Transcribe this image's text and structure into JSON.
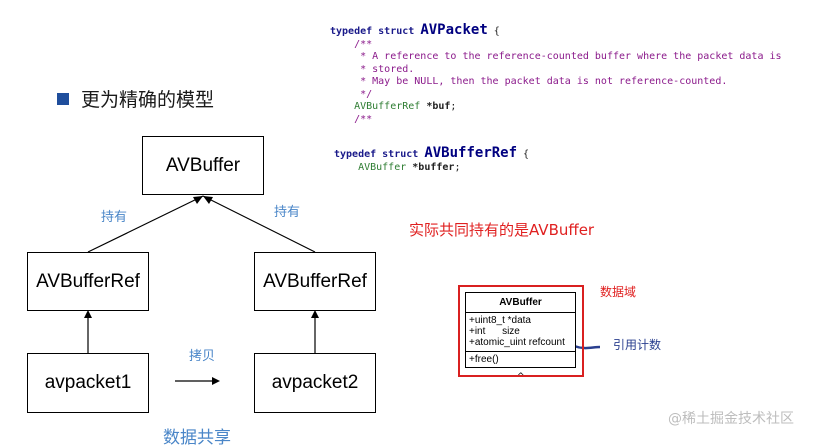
{
  "heading": {
    "text": "更为精确的模型"
  },
  "code1": {
    "typedef": "typedef struct ",
    "name": "AVPacket",
    "brace": " {",
    "comment": "    /**\n     * A reference to the reference-counted buffer where the packet data is\n     * stored.\n     * May be NULL, then the packet data is not reference-counted.\n     */",
    "field_type": "    AVBufferRef ",
    "field_name": "*buf",
    "field_end": ";",
    "comment_open": "    /**"
  },
  "code2": {
    "typedef": "typedef struct ",
    "name": "AVBufferRef",
    "brace": " {",
    "field_type": "    AVBuffer ",
    "field_name": "*buffer",
    "field_end": ";"
  },
  "diagram": {
    "avbuffer": "AVBuffer",
    "ref_left": "AVBufferRef",
    "ref_right": "AVBufferRef",
    "packet1": "avpacket1",
    "packet2": "avpacket2",
    "hold_left": "持有",
    "hold_right": "持有",
    "copy": "拷贝",
    "caption": "数据共享"
  },
  "note": "实际共同持有的是AVBuffer",
  "uml": {
    "title": "AVBuffer",
    "fields": [
      "+uint8_t *data",
      "+int      size",
      "+atomic_uint refcount"
    ],
    "method": "+free()",
    "data_domain_label": "数据域",
    "refcount_label": "引用计数"
  },
  "watermark": "@稀土掘金技术社区",
  "colors": {
    "heading_bullet": "#1f4e9c",
    "blue_label": "#4a86c8",
    "red": "#e02020",
    "highlight_box": "#d92020"
  }
}
